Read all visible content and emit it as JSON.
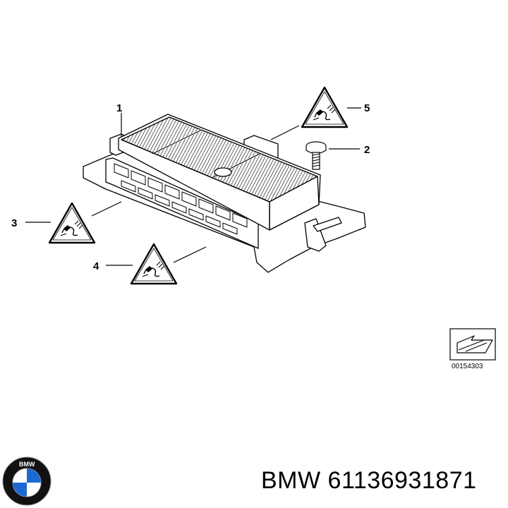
{
  "callouts": [
    "1",
    "2",
    "3",
    "4",
    "5"
  ],
  "reference_code": "00154303",
  "part_caption": "BMW 61136931871",
  "logo_letters": "BMW",
  "icons": {
    "warning": "esd-warning-triangle-icon",
    "arrow": "direction-arrow-icon",
    "logo": "bmw-roundel-logo"
  },
  "colors": {
    "line": "#000000",
    "background": "#ffffff",
    "logo_blue": "#1c69d4"
  }
}
